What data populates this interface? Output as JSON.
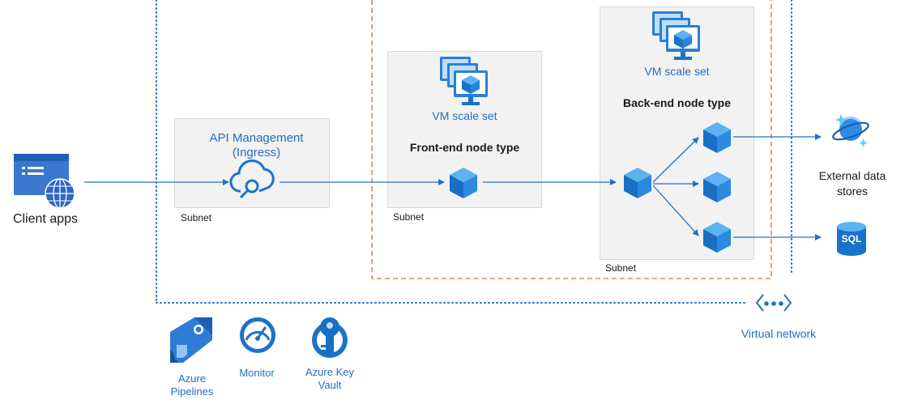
{
  "client": {
    "label": "Client apps"
  },
  "api": {
    "title": "API Management",
    "subtitle": "(Ingress)"
  },
  "subnet_label": "Subnet",
  "frontend": {
    "vmss": "VM scale set",
    "node_type": "Front-end node type"
  },
  "backend": {
    "vmss": "VM scale set",
    "node_type": "Back-end node type"
  },
  "external": {
    "label_line1": "External data",
    "label_line2": "stores",
    "sql": "SQL"
  },
  "vnet": {
    "label": "Virtual network"
  },
  "tools": [
    {
      "label_line1": "Azure",
      "label_line2": "Pipelines"
    },
    {
      "label_line1": "Monitor",
      "label_line2": ""
    },
    {
      "label_line1": "Azure Key",
      "label_line2": "Vault"
    }
  ]
}
